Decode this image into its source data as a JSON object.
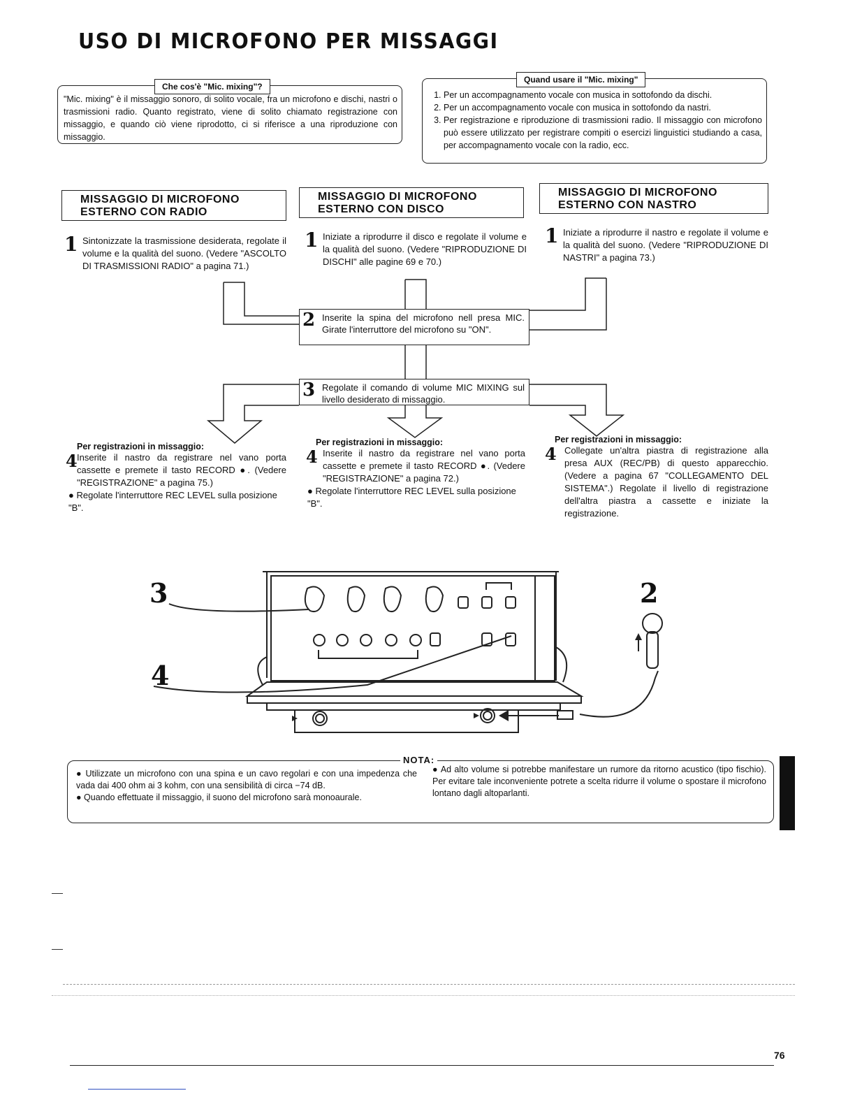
{
  "title": "USO DI MICROFONO PER MISSAGGI",
  "info_left": {
    "header": "Che cos'è \"Mic. mixing\"?",
    "body": "\"Mic. mixing\" è il missaggio sonoro, di solito vocale, fra un microfono e dischi, nastri o trasmissioni radio. Quanto registrato, viene di solito chiamato registrazione con missaggio, e quando ciò viene riprodotto, ci si riferisce a una riproduzione con missaggio."
  },
  "info_right": {
    "header": "Quand usare il \"Mic. mixing\"",
    "items": [
      "Per un accompagnamento vocale con musica in sottofondo da dischi.",
      "Per un accompagnamento vocale con musica in sottofondo da nastri.",
      "Per registrazione e riproduzione di trasmissioni radio. Il missaggio con microfono può essere utilizzato per registrare compiti o esercizi linguistici studiando a casa, per accompagnamento vocale con la radio, ecc."
    ]
  },
  "sections": [
    {
      "title_l1": "MISSAGGIO DI MICROFONO",
      "title_l2": "ESTERNO CON RADIO",
      "step1": "Sintonizzate la trasmissione desiderata, regolate il volume e la qualità del suono. (Vedere \"ASCOLTO DI TRASMISSIONI RADIO\" a pagina 71.)"
    },
    {
      "title_l1": "MISSAGGIO DI MICROFONO",
      "title_l2": "ESTERNO CON DISCO",
      "step1": "Iniziate a riprodurre il disco e regolate il volume e la qualità del suono. (Vedere \"RIPRODUZIONE DI DISCHI\" alle pagine 69 e 70.)"
    },
    {
      "title_l1": "MISSAGGIO DI MICROFONO",
      "title_l2": "ESTERNO CON NASTRO",
      "step1": "Iniziate a riprodurre il nastro e regolate il volume e la qualità del suono. (Vedere \"RIPRODUZIONE DI NASTRI\" a pagina 73.)"
    }
  ],
  "step_numbers": {
    "s1": "1",
    "s2": "2",
    "s3": "3",
    "s4": "4"
  },
  "step2": "Inserite la spina del microfono nell presa MIC. Girate l'interruttore del microfono su \"ON\".",
  "step3": "Regolate il comando di volume MIC MIXING sul livello desiderato di missaggio.",
  "recording": [
    {
      "heading": "Per registrazioni in missaggio:",
      "step4": "Inserite il nastro da registrare nel vano porta cassette e premete il tasto RECORD ●. (Vedere \"REGISTRAZIONE\" a pagina 75.)",
      "bullet": "Regolate l'interruttore REC LEVEL sulla posizione \"B\"."
    },
    {
      "heading": "Per registrazioni in missaggio:",
      "step4": "Inserite il nastro da registrare nel vano porta cassette e premete il tasto RECORD ●. (Vedere \"REGISTRAZIONE\" a pagina 72.)",
      "bullet": "Regolate l'interruttore REC LEVEL sulla posizione \"B\"."
    },
    {
      "heading": "Per registrazioni in missaggio:",
      "step4": "Collegate un'altra piastra di registrazione alla presa AUX (REC/PB) di questo apparecchio. (Vedere a pagina 67 \"COLLEGAMENTO DEL SISTEMA\".) Regolate il livello di registrazione dell'altra piastra a cassette e iniziate la registrazione."
    }
  ],
  "nota": {
    "label": "NOTA:",
    "left": [
      "Utilizzate un microfono con una spina e un cavo regolari e con una impedenza che vada dai 400 ohm ai 3 kohm, con una sensibilità di circa −74 dB.",
      "Quando effettuate il missaggio, il suono del microfono sarà monoaurale."
    ],
    "right": [
      "Ad alto volume si potrebbe manifestare un rumore da ritorno acustico (tipo fischio). Per evitare tale inconveniente potrete a scelta ridurre il volume o spostare il microfono lontano dagli altoparlanti."
    ]
  },
  "page_number": "76"
}
